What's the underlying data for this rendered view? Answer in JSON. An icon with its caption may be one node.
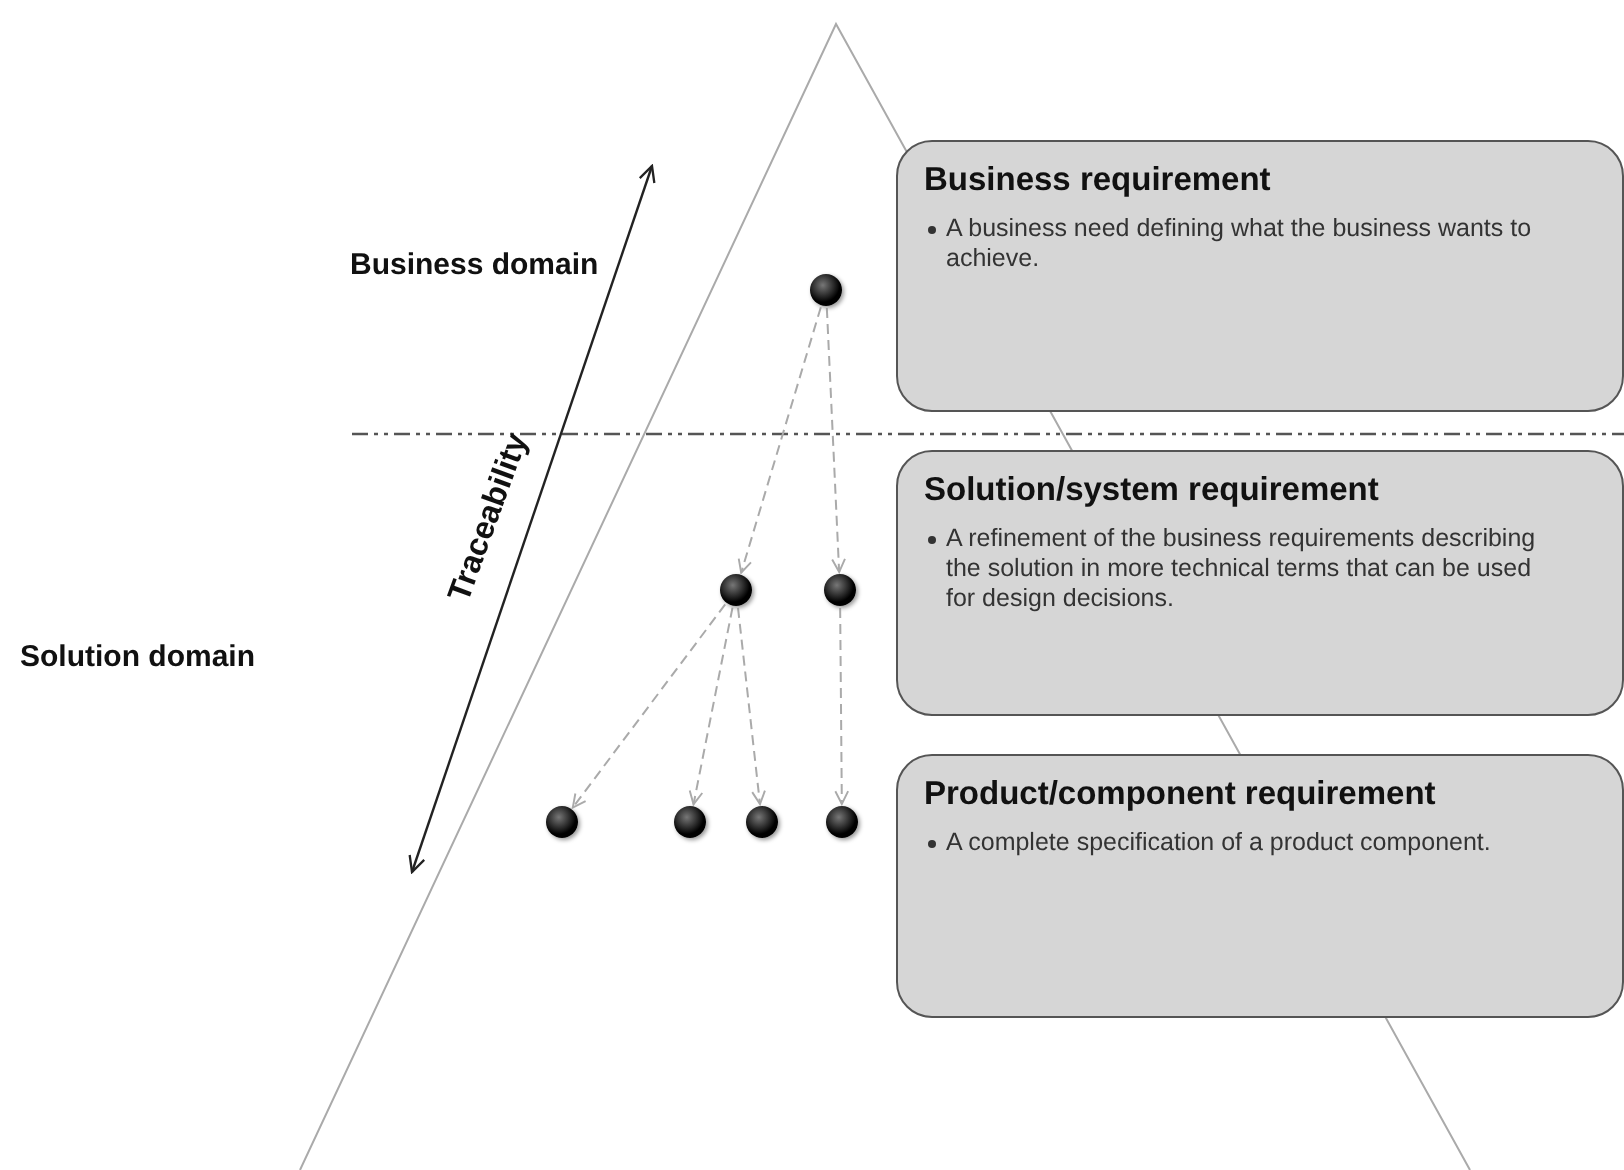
{
  "diagram": {
    "nodes": [
      {
        "text": [
          "Business requirement",
          "A business need defining what the business wants to achieve."
        ]
      },
      {
        "text": [
          "Solution/system requirement",
          "A refinement of the business requirements describing the solution in more technical terms that can be used for design decisions."
        ]
      },
      {
        "text": [
          "Product/component requirement",
          "A complete specification of a product component."
        ]
      },
      {
        "text": [],
        "shape": "circle"
      },
      {
        "text": [],
        "shape": "circle"
      },
      {
        "text": [],
        "shape": "circle"
      },
      {
        "text": [],
        "shape": "circle"
      },
      {
        "text": [],
        "shape": "circle"
      },
      {
        "text": [],
        "shape": "circle"
      },
      {
        "text": [],
        "shape": "circle"
      }
    ],
    "edges": [
      {
        "from": 3,
        "to": 4,
        "arrow": "to",
        "style": "dashed"
      },
      {
        "from": 3,
        "to": 5,
        "arrow": "to",
        "style": "dashed"
      },
      {
        "from": 4,
        "to": 6,
        "arrow": "to",
        "style": "dashed"
      },
      {
        "from": 4,
        "to": 7,
        "arrow": "to",
        "style": "dashed"
      },
      {
        "from": 4,
        "to": 8,
        "arrow": "to",
        "style": "dashed"
      },
      {
        "from": 5,
        "to": 9,
        "arrow": "to",
        "style": "dashed"
      }
    ],
    "labels": [
      "Business domain",
      "Traceability",
      "Solution domain"
    ]
  }
}
